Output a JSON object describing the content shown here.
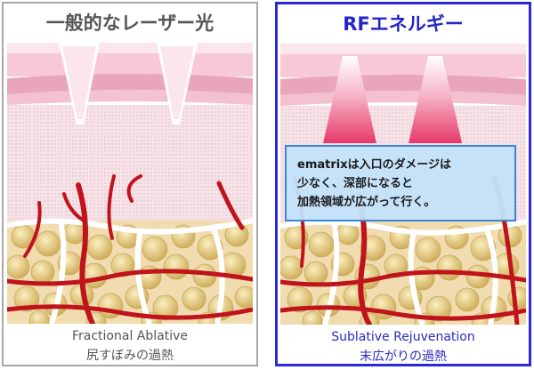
{
  "left_panel": {
    "title": "一般的なレーザー光",
    "caption_en": "Fractional Ablative",
    "caption_jp": "尻すぼみの過熱"
  },
  "right_panel": {
    "title": "RFエネルギー",
    "caption_en": "Sublative Rejuvenation",
    "caption_jp": "末広がりの過熱",
    "note_lines": [
      "ematrixは入口のダメージは",
      "少なく、深部になると",
      "加熱領域が広がって行く。"
    ]
  },
  "colors": {
    "left_border": "#a8a8a8",
    "right_border": "#2a2ad6",
    "note_border": "#3a86d8",
    "note_background": "#c3e1fa",
    "vessel": "#c0141c",
    "fat_cell": "#e8d290",
    "skin": "#f4c8d6"
  }
}
